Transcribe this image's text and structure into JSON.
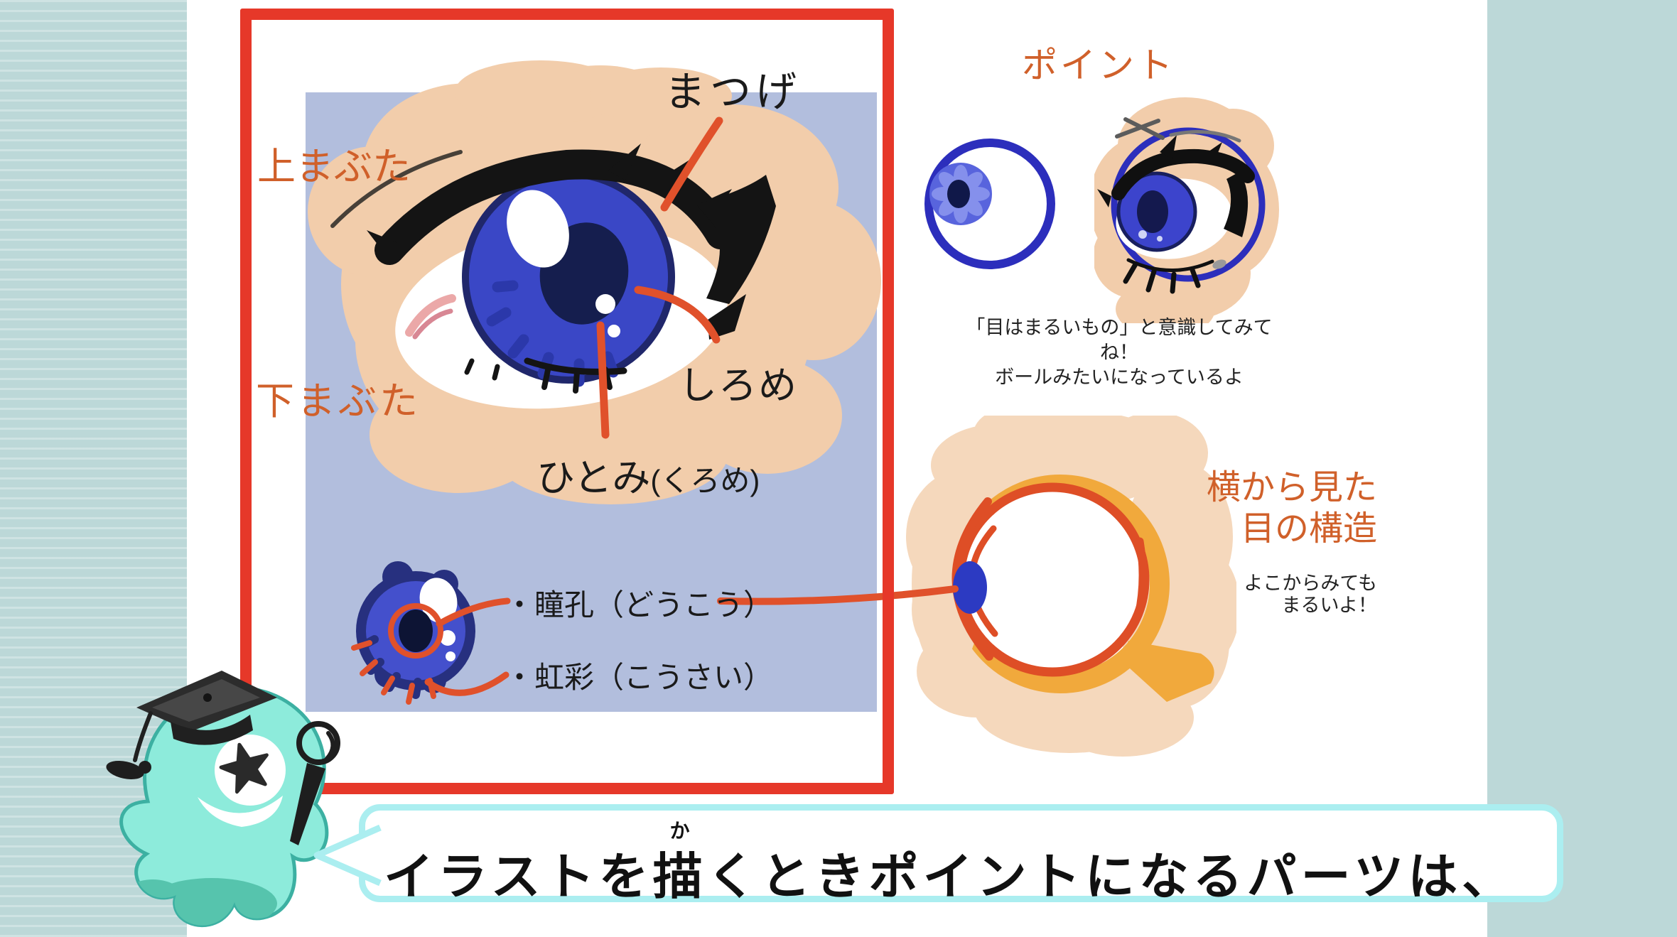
{
  "colors": {
    "page_bg_teal": "#bcd8d8",
    "content_white": "#ffffff",
    "frame_red": "#e63829",
    "panel_blue": "#b2bedd",
    "skin": "#f2cdab",
    "skin_light": "#f5d8bc",
    "label_orange": "#d0602a",
    "pointer_orange": "#e0512b",
    "iris_blue": "#3a47c6",
    "iris_navy": "#20276b",
    "pupil_navy": "#151e4e",
    "sketch_blue": "#2c2ebc",
    "eyeball_coat_yellow": "#f1a93c",
    "side_red_orange": "#de4e26",
    "lens_blue": "#2c3ac2",
    "ghost_mint": "#8debdb",
    "ghost_outline": "#3cb0a2",
    "ghost_shadow": "#56c4ad",
    "bubble_border_cyan": "#abeef0",
    "text_black": "#1a1a1a"
  },
  "eye_diagram": {
    "label_matsuge": "まつげ",
    "label_ue_mabuta": "上まぶた",
    "label_shita_mabuta": "下まぶた",
    "label_shirome": "しろめ",
    "label_hitomi": "ひとみ",
    "label_hitomi_paren": "(くろめ)",
    "label_doukou": "・瞳孔（どうこう）",
    "label_kousai": "・虹彩（こうさい）"
  },
  "point_section": {
    "heading": "ポイント",
    "caption_line1": "「目はまるいもの」と意識してみてね！",
    "caption_line2": "ボールみたいになっているよ"
  },
  "side_view_section": {
    "heading_line1": "横から見た",
    "heading_line2": "目の構造",
    "caption_line1": "よこからみても",
    "caption_line2": "まるいよ！"
  },
  "speech_bubble": {
    "text_before_ruby": "イラストを",
    "ruby_base": "描",
    "ruby_reading": "か",
    "text_after_ruby": "くときポイントになるパーツは、"
  }
}
